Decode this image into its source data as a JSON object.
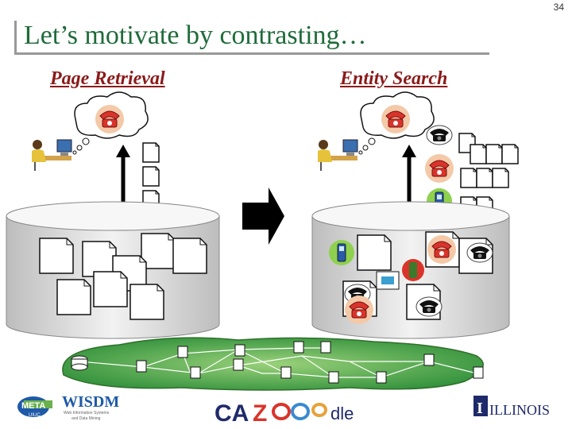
{
  "slide": {
    "number": "34",
    "title": "Let’s motivate by contrasting…",
    "left_label": "Page Retrieval",
    "right_label": "Entity Search"
  },
  "logos": {
    "meta": "META",
    "meta_sub": "UIUC",
    "wisdm": "WISDM",
    "wisdm_tagline_1": "Web Information Systems",
    "wisdm_tagline_2": "and Data Mining",
    "cazoodle_ca": "CA",
    "cazoodle_z": "Z",
    "cazoodle_dle": "dle",
    "illinois_i": "I",
    "illinois_text": "ILLINOIS"
  },
  "colors": {
    "title": "#1f6b3a",
    "labels": "#8b1a1a",
    "phone_red": "#d9342b",
    "web_green": "#2f8f3a"
  }
}
